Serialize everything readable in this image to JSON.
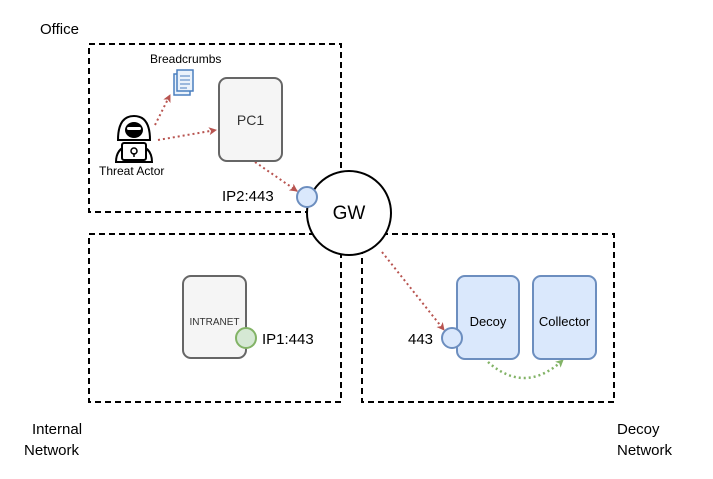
{
  "zones": {
    "office": "Office",
    "internal": [
      "Internal",
      "Network"
    ],
    "decoy": [
      "Decoy",
      "Network"
    ]
  },
  "nodes": {
    "breadcrumbs": "Breadcrumbs",
    "threat_actor": "Threat Actor",
    "pc1": "PC1",
    "gw": "GW",
    "intranet": "INTRANET",
    "decoy": "Decoy",
    "collector": "Collector"
  },
  "ports": {
    "gw_port": "IP2:443",
    "intranet_port": "IP1:443",
    "decoy_port": "443"
  },
  "colors": {
    "zone_border": "#000000",
    "gray_box_fill": "#f5f5f5",
    "gray_box_stroke": "#666666",
    "blue_box_fill": "#dae8fc",
    "blue_box_stroke": "#6c8ebf",
    "green_port_fill": "#d5e8d4",
    "green_port_stroke": "#82b366",
    "red_arrow": "#b85450",
    "green_arrow": "#82b366"
  },
  "icons": {
    "threat_actor": "hacker-icon",
    "breadcrumbs": "document-icon"
  }
}
